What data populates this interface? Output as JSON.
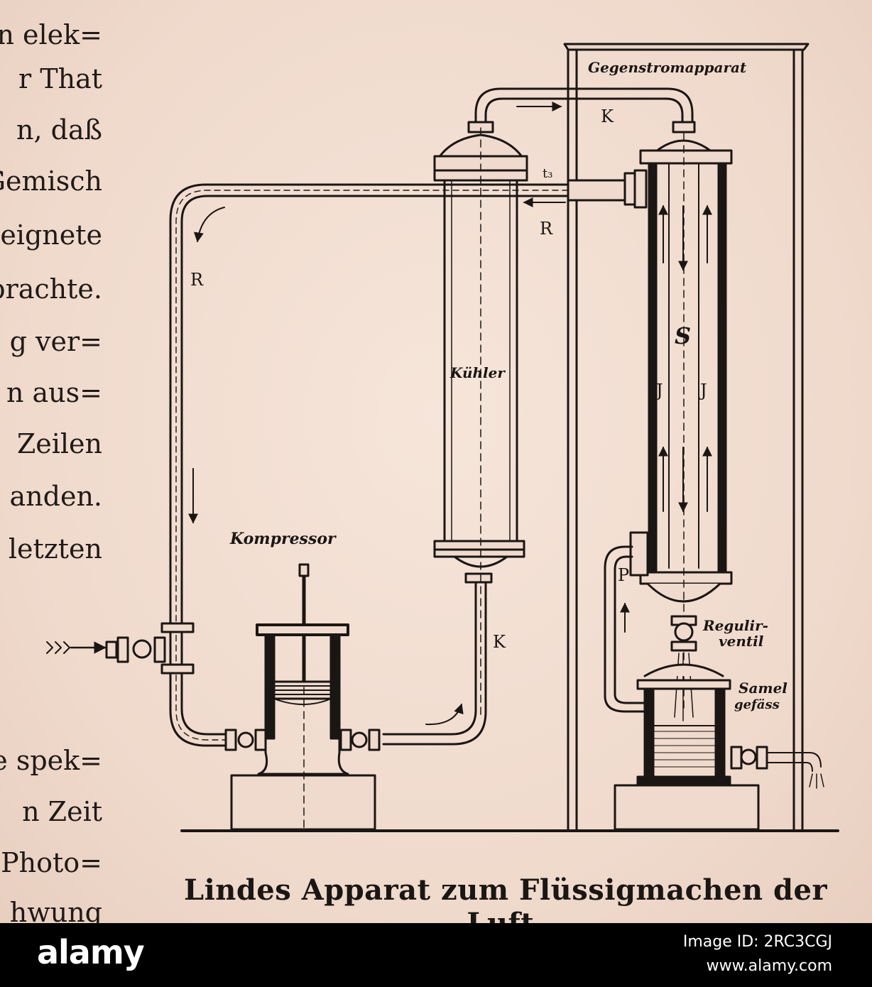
{
  "margin_lines": [
    "n elek=",
    "r That",
    "n, daß",
    "Gemisch",
    "eignete",
    "brachte.",
    "g ver=",
    "n aus=",
    "Zeilen",
    "anden.",
    "letzten",
    "e spek=",
    "n Zeit",
    "Photo=",
    "hwung"
  ],
  "diagram": {
    "labels": {
      "gegenstrom": "Gegenstromapparat",
      "kuehler": "Kühler",
      "kompressor": "Kompressor",
      "regulir_1": "Regulir-",
      "regulir_2": "ventil",
      "samel_1": "Samel",
      "samel_2": "gefäss",
      "k_top": "K",
      "k_right": "K",
      "r_top": "R",
      "r_left": "R",
      "t3": "t₃",
      "s": "S",
      "j_left": "J",
      "j_right": "J",
      "p": "P"
    }
  },
  "caption": "Lindes Apparat zum Flüssigmachen der Luft.",
  "footer": {
    "logo": "alamy",
    "image_id": "Image ID: 2RC3CGJ",
    "url": "www.alamy.com"
  }
}
